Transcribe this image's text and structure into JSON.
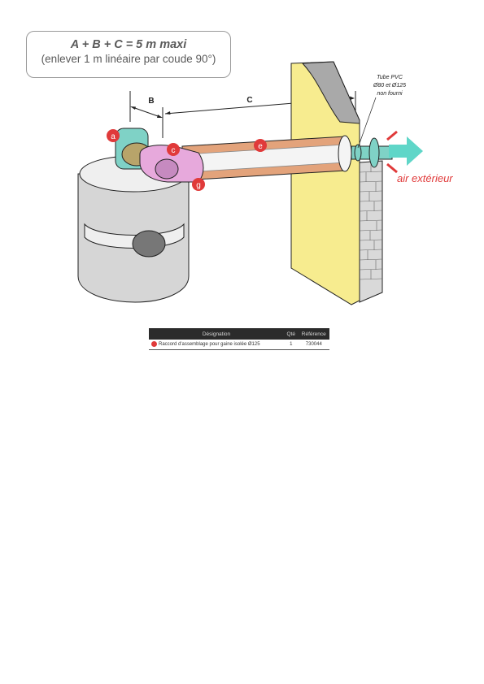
{
  "formula": {
    "line1": "A + B + C = 5 m maxi",
    "line2": "(enlever 1 m linéaire par coude 90°)"
  },
  "dimensions": {
    "b": "B",
    "c": "C"
  },
  "tube_note": {
    "line1": "Tube PVC",
    "line2": "Ø80 et Ø125",
    "line3": "non fourni"
  },
  "air_label": "air extérieur",
  "markers": {
    "a": "a",
    "c": "c",
    "e": "e",
    "g": "g"
  },
  "table": {
    "headers": [
      "Désignation",
      "Qté",
      "Référence"
    ],
    "rows": [
      {
        "designation": "Raccord d'assemblage pour gaine isolée Ø125",
        "qty": "1",
        "ref": "730044"
      }
    ]
  },
  "colors": {
    "marker": "#e03a3a",
    "insulation": "#f7ec8f",
    "duct": "#e3a37b",
    "fitting": "#7fd2c6",
    "elbow": "#e7a9dc",
    "arrow": "#5fd6c8"
  }
}
